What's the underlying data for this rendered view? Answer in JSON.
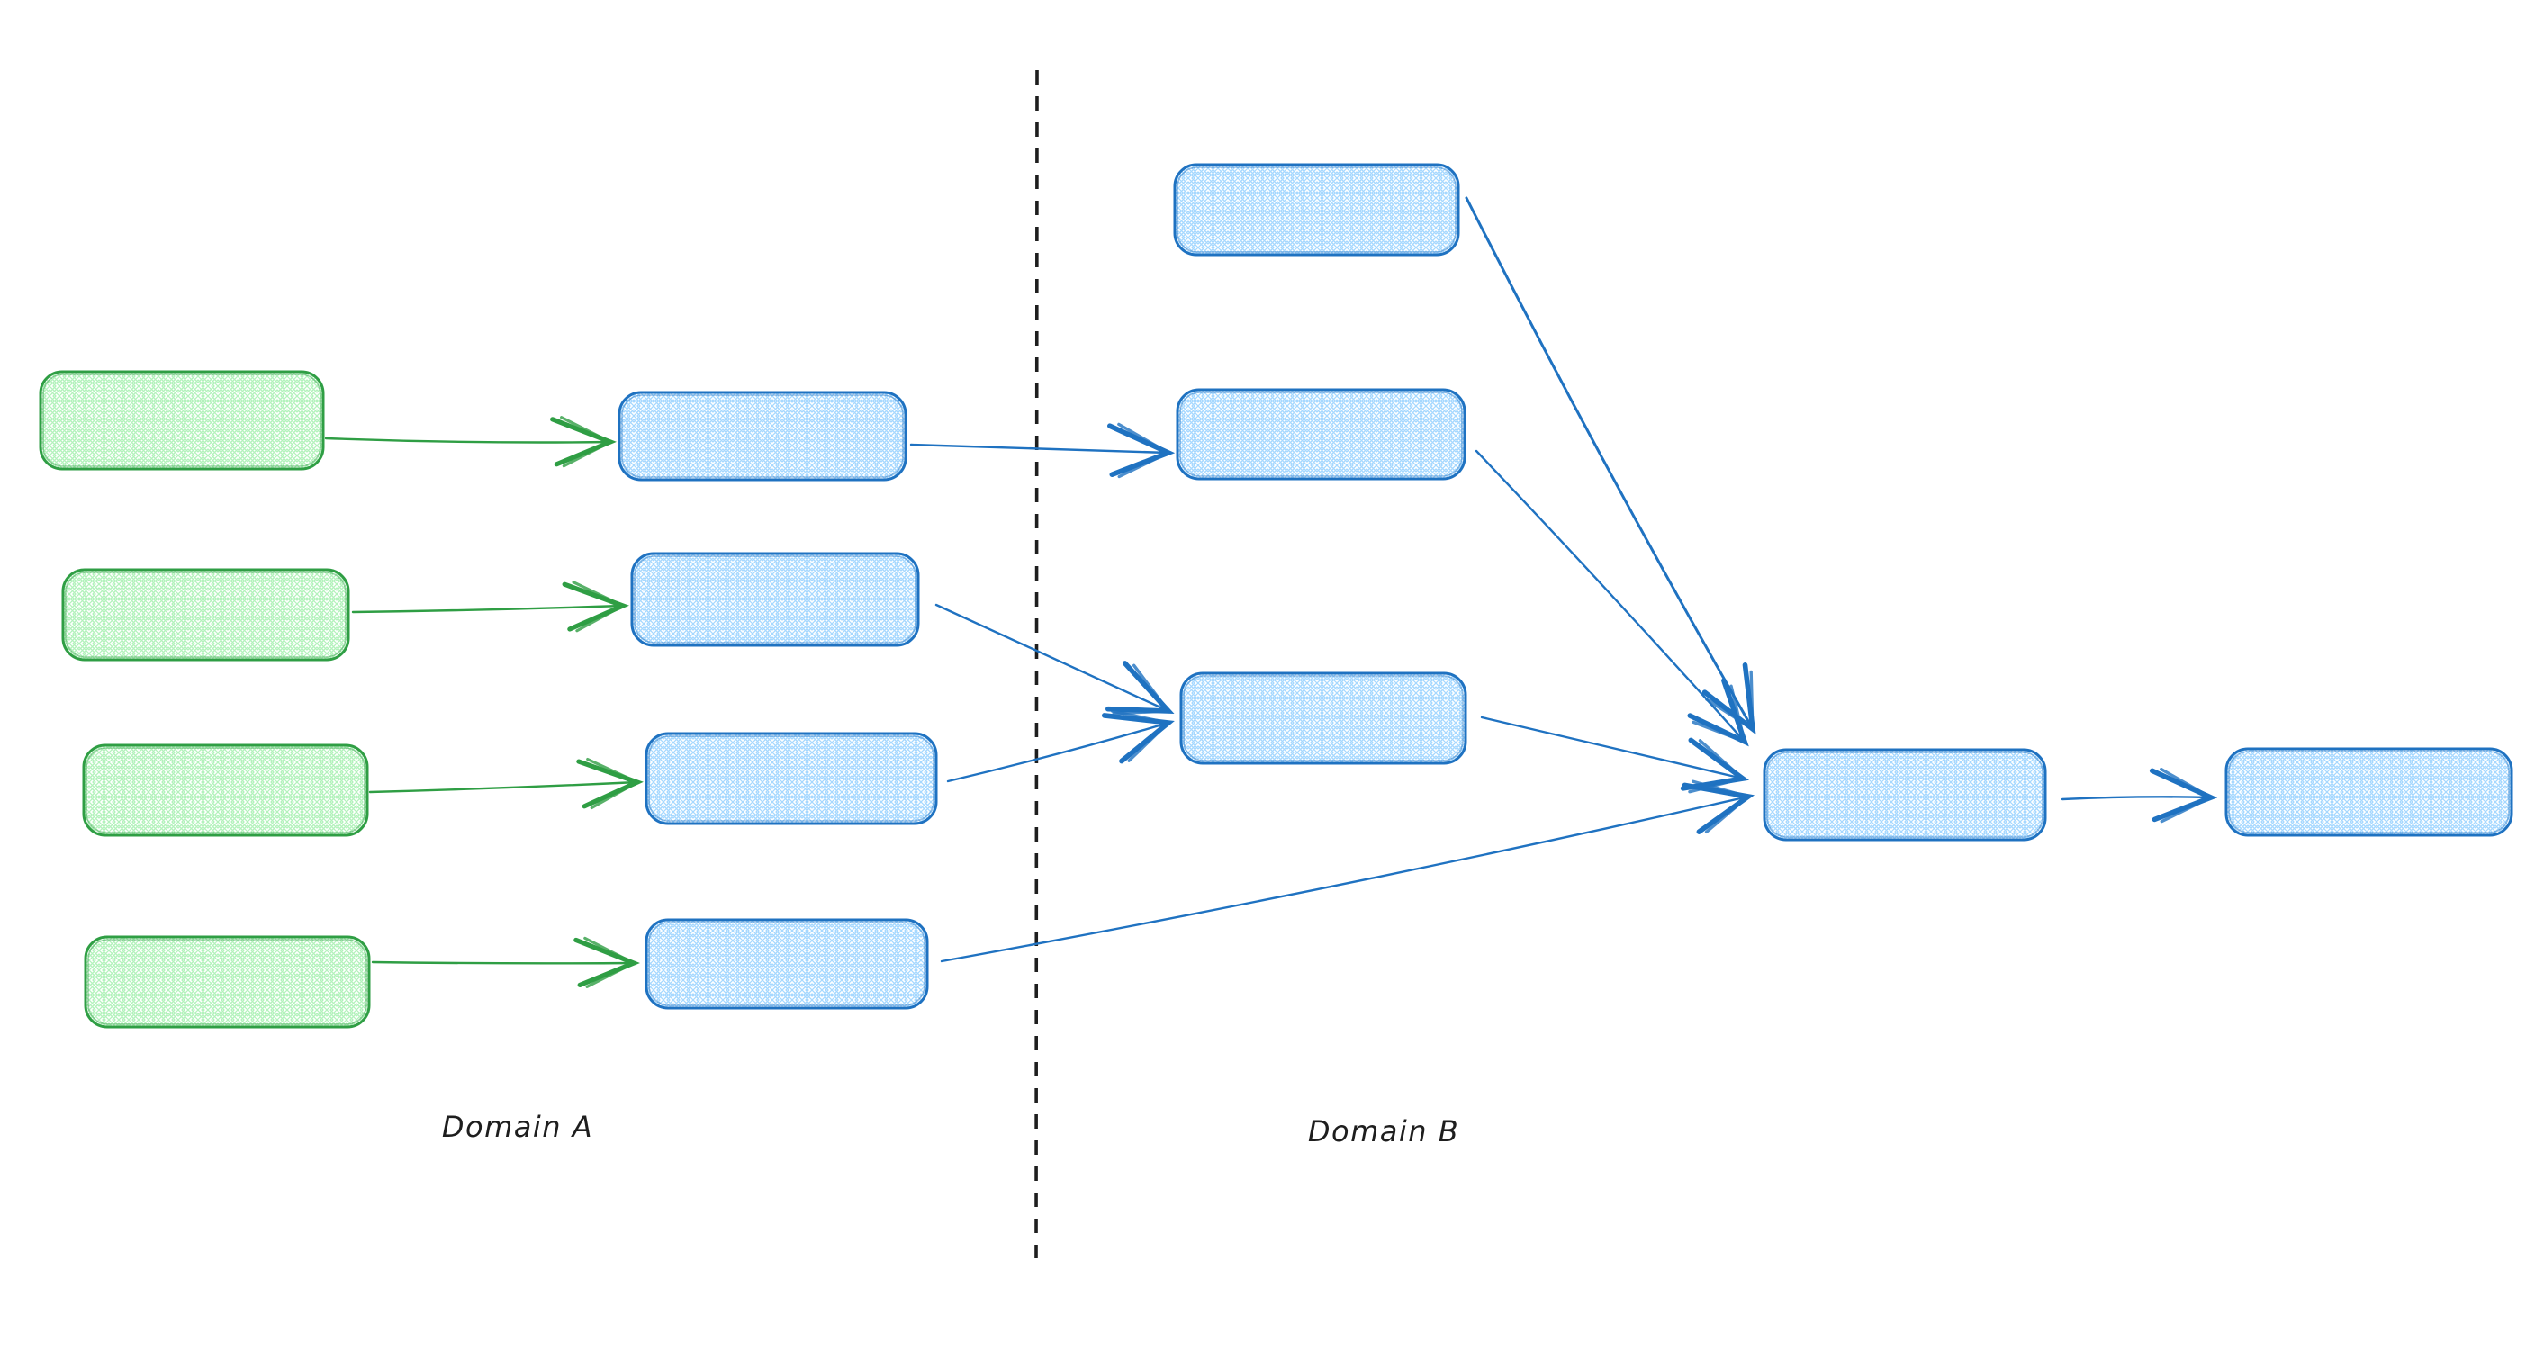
{
  "diagram": {
    "type": "flow-diagram",
    "style": "hand-drawn-whiteboard",
    "labels": {
      "domain_a": "Domain A",
      "domain_b": "Domain B"
    },
    "colors": {
      "green_stroke": "#2f9e44",
      "green_fill": "#b2f2bb",
      "blue_stroke": "#1f72c1",
      "blue_fill": "#a5d8ff",
      "divider": "#1e1e1e",
      "label_text": "#1e1e1e",
      "background": "#ffffff"
    },
    "nodes": [
      {
        "id": "a-source-1",
        "domain": "A",
        "shape": "rounded-rect",
        "color": "green",
        "fill": "cross-hatch",
        "label": ""
      },
      {
        "id": "a-source-2",
        "domain": "A",
        "shape": "rounded-rect",
        "color": "green",
        "fill": "cross-hatch",
        "label": ""
      },
      {
        "id": "a-source-3",
        "domain": "A",
        "shape": "rounded-rect",
        "color": "green",
        "fill": "cross-hatch",
        "label": ""
      },
      {
        "id": "a-source-4",
        "domain": "A",
        "shape": "rounded-rect",
        "color": "green",
        "fill": "cross-hatch",
        "label": ""
      },
      {
        "id": "a-stage-1",
        "domain": "A",
        "shape": "rounded-rect",
        "color": "blue",
        "fill": "cross-hatch",
        "label": ""
      },
      {
        "id": "a-stage-2",
        "domain": "A",
        "shape": "rounded-rect",
        "color": "blue",
        "fill": "cross-hatch",
        "label": ""
      },
      {
        "id": "a-stage-3",
        "domain": "A",
        "shape": "rounded-rect",
        "color": "blue",
        "fill": "cross-hatch",
        "label": ""
      },
      {
        "id": "a-stage-4",
        "domain": "A",
        "shape": "rounded-rect",
        "color": "blue",
        "fill": "cross-hatch",
        "label": ""
      },
      {
        "id": "b-top",
        "domain": "B",
        "shape": "rounded-rect",
        "color": "blue",
        "fill": "cross-hatch",
        "label": ""
      },
      {
        "id": "b-upper",
        "domain": "B",
        "shape": "rounded-rect",
        "color": "blue",
        "fill": "cross-hatch",
        "label": ""
      },
      {
        "id": "b-middle",
        "domain": "B",
        "shape": "rounded-rect",
        "color": "blue",
        "fill": "cross-hatch",
        "label": ""
      },
      {
        "id": "b-aggregator",
        "domain": "B",
        "shape": "rounded-rect",
        "color": "blue",
        "fill": "cross-hatch",
        "label": ""
      },
      {
        "id": "b-output",
        "domain": "B",
        "shape": "rounded-rect",
        "color": "blue",
        "fill": "cross-hatch",
        "label": ""
      }
    ],
    "edges": [
      {
        "from": "a-source-1",
        "to": "a-stage-1",
        "color": "green"
      },
      {
        "from": "a-source-2",
        "to": "a-stage-2",
        "color": "green"
      },
      {
        "from": "a-source-3",
        "to": "a-stage-3",
        "color": "green"
      },
      {
        "from": "a-source-4",
        "to": "a-stage-4",
        "color": "green"
      },
      {
        "from": "a-stage-1",
        "to": "b-upper",
        "color": "blue"
      },
      {
        "from": "a-stage-2",
        "to": "b-middle",
        "color": "blue"
      },
      {
        "from": "a-stage-3",
        "to": "b-middle",
        "color": "blue"
      },
      {
        "from": "a-stage-4",
        "to": "b-aggregator",
        "color": "blue"
      },
      {
        "from": "b-top",
        "to": "b-aggregator",
        "color": "blue"
      },
      {
        "from": "b-upper",
        "to": "b-aggregator",
        "color": "blue"
      },
      {
        "from": "b-middle",
        "to": "b-aggregator",
        "color": "blue"
      },
      {
        "from": "b-aggregator",
        "to": "b-output",
        "color": "blue"
      }
    ],
    "divider": {
      "orientation": "vertical",
      "style": "dashed",
      "separates": [
        "Domain A",
        "Domain B"
      ]
    }
  }
}
